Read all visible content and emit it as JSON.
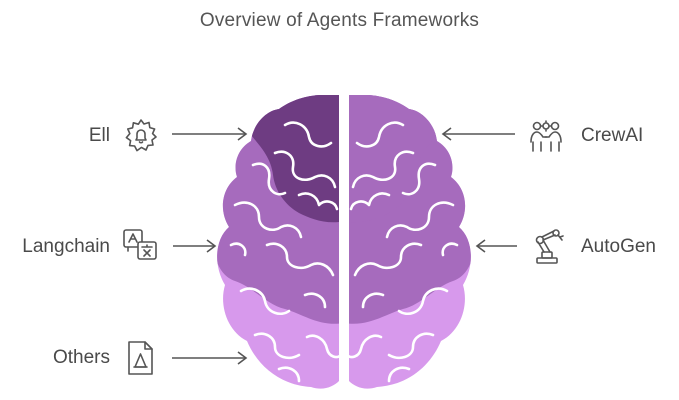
{
  "title": "Overview of Agents Frameworks",
  "items": {
    "ell": {
      "label": "Ell",
      "icon": "gear-bell-icon"
    },
    "langchain": {
      "label": "Langchain",
      "icon": "translate-icon"
    },
    "others": {
      "label": "Others",
      "icon": "document-cone-icon"
    },
    "crewai": {
      "label": "CrewAI",
      "icon": "team-collaboration-icon"
    },
    "autogen": {
      "label": "AutoGen",
      "icon": "robot-arm-icon"
    }
  },
  "colors": {
    "top": "#6e3c82",
    "middle": "#a66bbd",
    "bottom": "#d799ec",
    "outline": "#ffffff",
    "arrow": "#555555",
    "text": "#4a4a4a"
  }
}
